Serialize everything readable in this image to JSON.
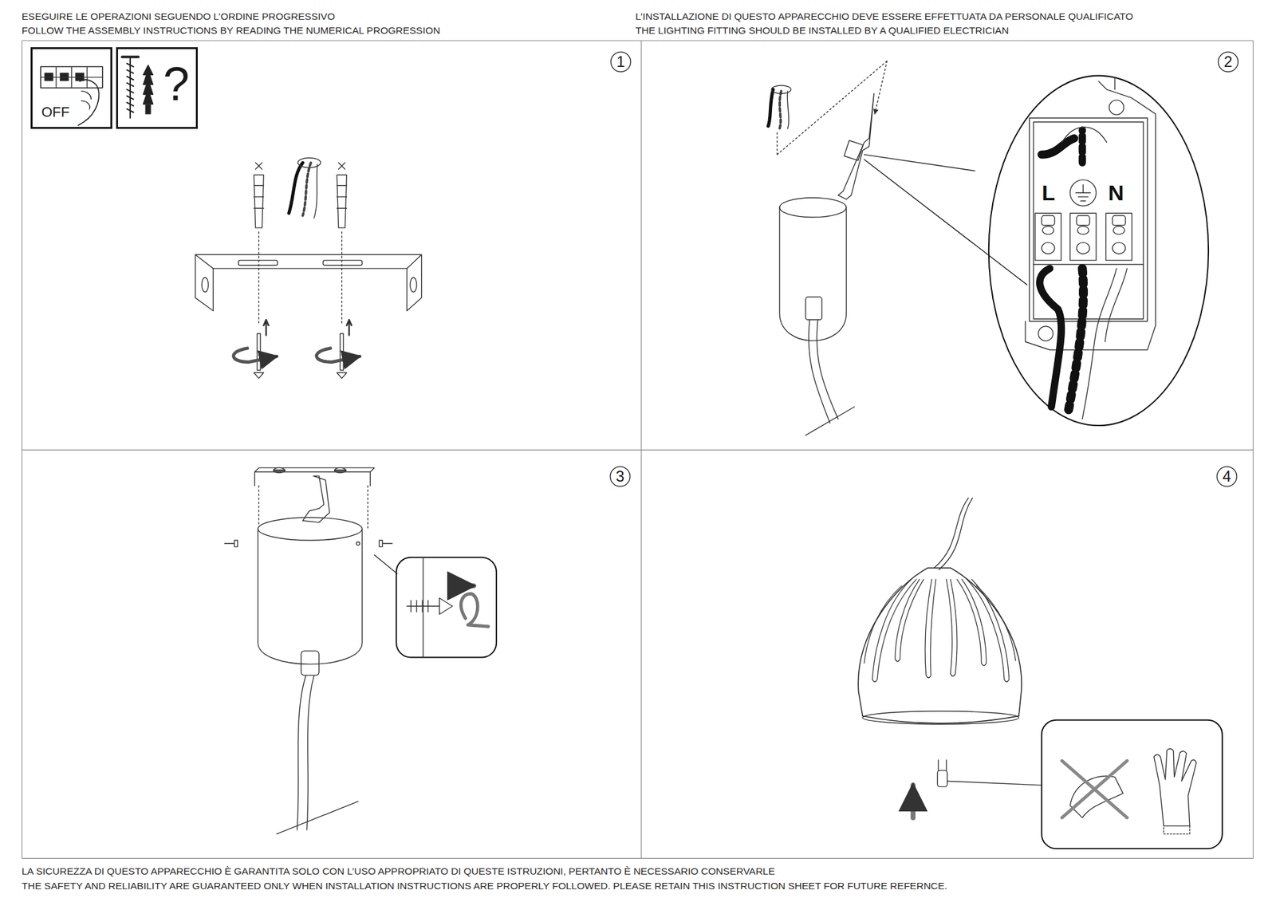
{
  "diagram": {
    "nodes": [
      {
        "text": [
          "OFF"
        ]
      },
      {
        "text": [
          "?"
        ]
      },
      {
        "text": [
          "1"
        ]
      },
      {
        "text": [
          "2"
        ]
      },
      {
        "text": [
          "3"
        ]
      },
      {
        "text": [
          "4"
        ]
      }
    ],
    "labels": [
      "ESEGUIRE LE OPERAZIONI SEGUENDO L’ORDINE PROGRESSIVO",
      "FOLLOW THE ASSEMBLY INSTRUCTIONS BY READING THE NUMERICAL PROGRESSION",
      "L’INSTALLAZIONE DI QUESTO APPARECCHIO DEVE ESSERE EFFETTUATA DA PERSONALE QUALIFICATO",
      "THE LIGHTING FITTING SHOULD BE INSTALLED BY A QUALIFIED ELECTRICIAN",
      "L",
      "N",
      "LA SICUREZZA DI QUESTO APPARECCHIO È GARANTITA SOLO CON L’USO APPROPRIATO DI QUESTE ISTRUZIONI, PERTANTO È NECESSARIO CONSERVARLE",
      "THE SAFETY AND RELIABILITY ARE GUARANTEED ONLY WHEN INSTALLATION INSTRUCTIONS ARE PROPERLY FOLLOWED. PLEASE RETAIN THIS INSTRUCTION SHEET FOR FUTURE REFERNCE."
    ]
  }
}
